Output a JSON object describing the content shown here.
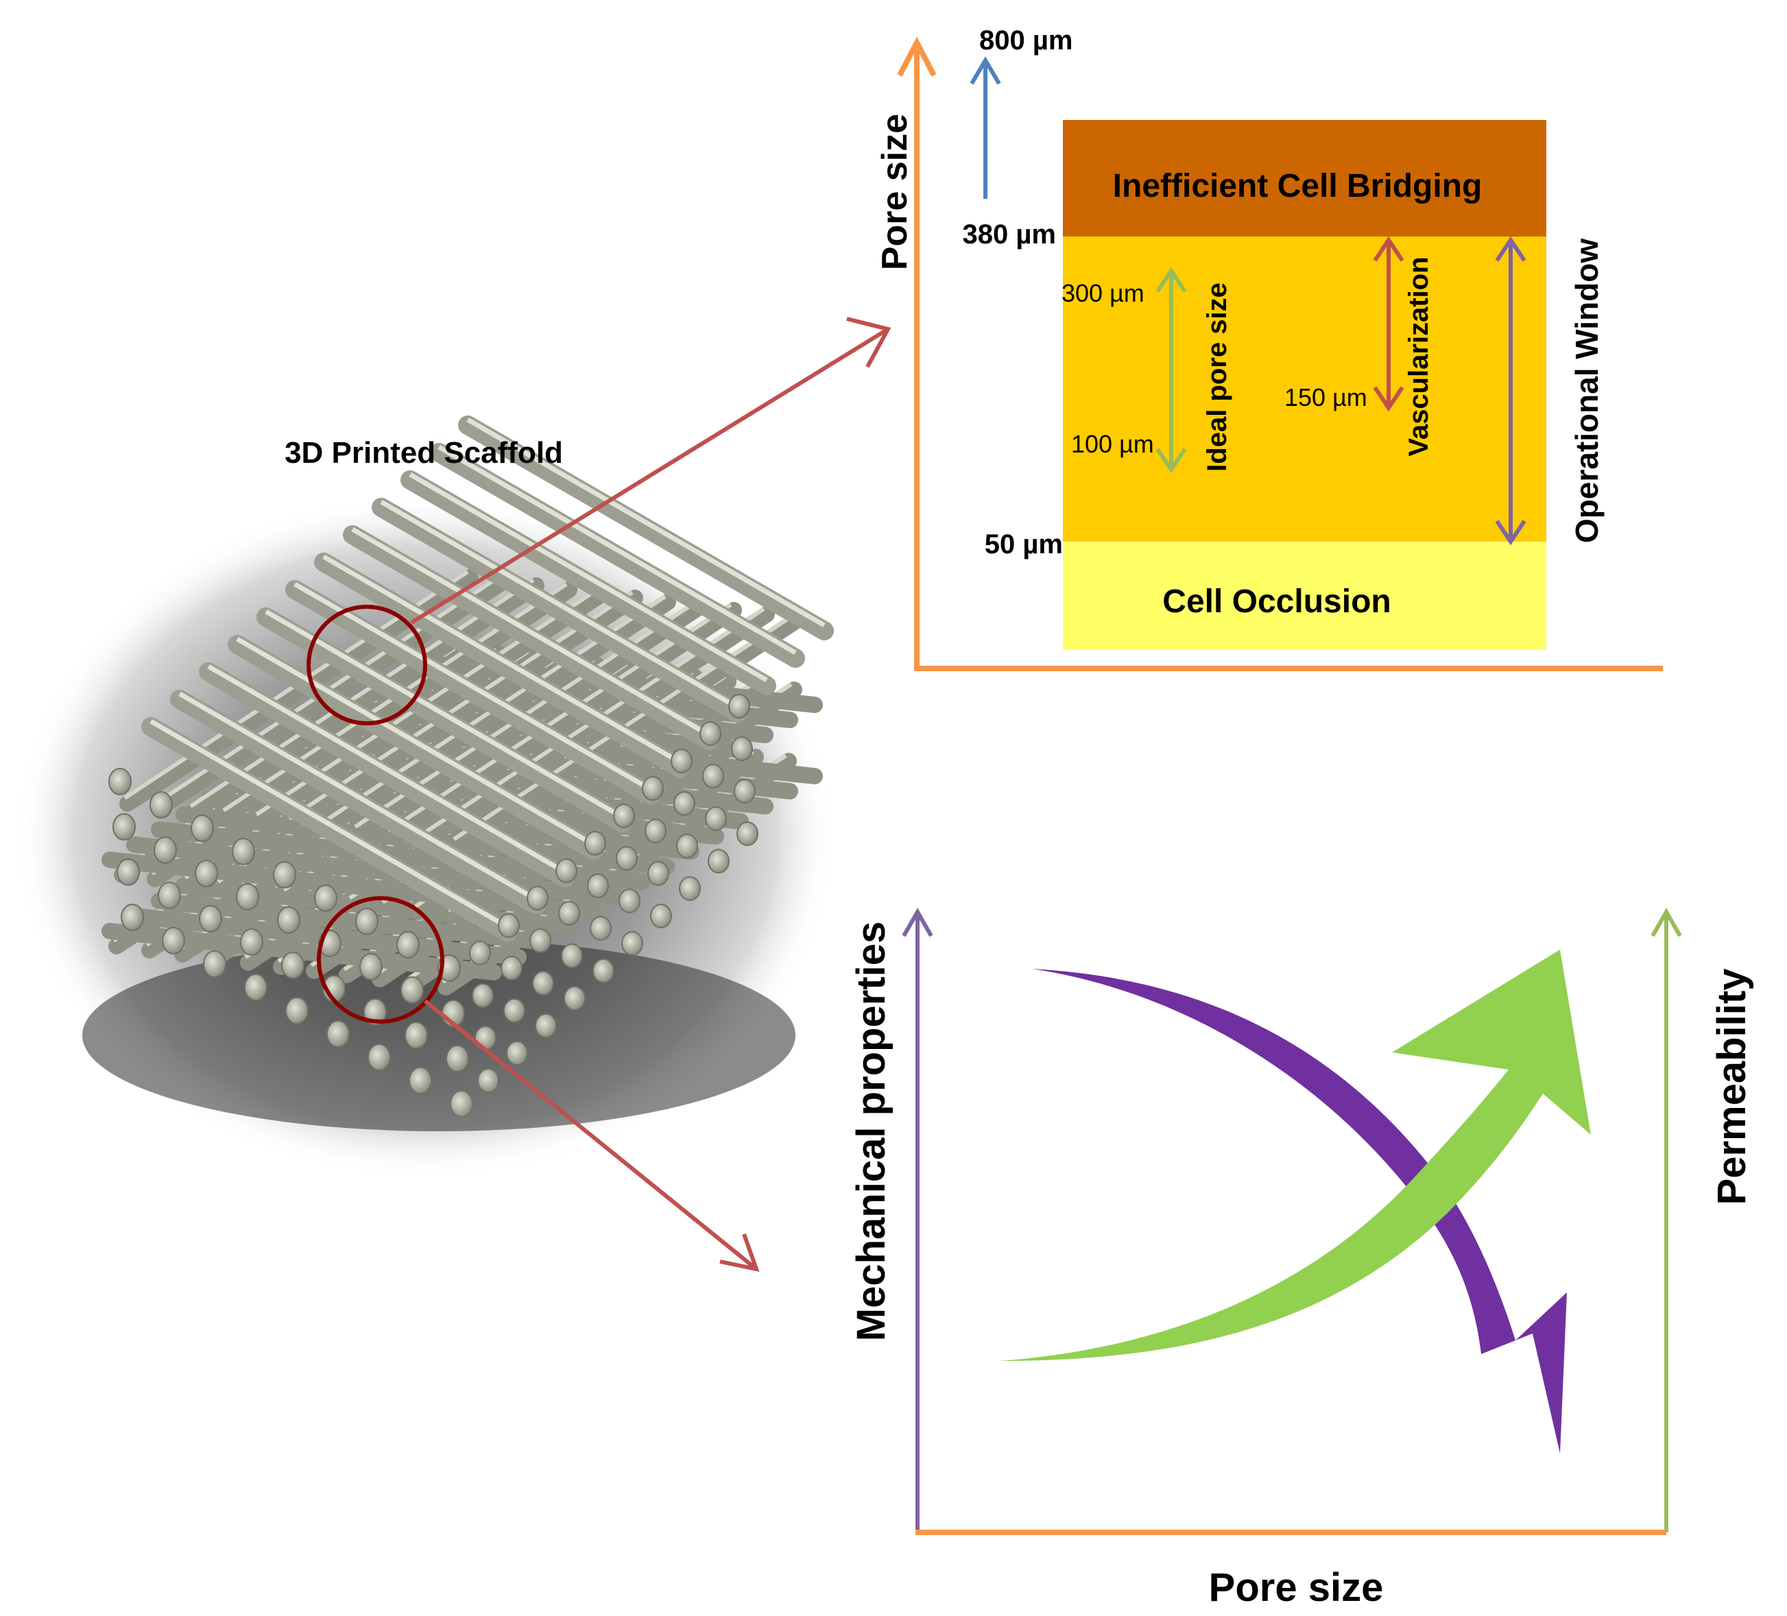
{
  "scaffold": {
    "title": "3D Printed Scaffold"
  },
  "pore_chart": {
    "y_axis_label": "Pore size",
    "top_marker": "800 µm",
    "zones": {
      "inefficient": "Inefficient Cell Bridging",
      "occlusion": "Cell Occlusion"
    },
    "thresholds": {
      "upper": "380 µm",
      "lower": "50 µm"
    },
    "ranges": {
      "ideal": {
        "label": "Ideal pore size",
        "max": "300 µm",
        "min": "100 µm"
      },
      "vascularization": {
        "label": "Vascularization",
        "min": "150 µm"
      },
      "operational": {
        "label": "Operational Window"
      }
    },
    "colors": {
      "axis": "#f79646",
      "inefficient_zone": "#cc6600",
      "operational_zone": "#ffcc00",
      "occlusion_zone": "#ffff66",
      "marker_arrow": "#4f81bd",
      "ideal_arrow": "#9bbb59",
      "vascularization_arrow": "#c0504d",
      "operational_arrow": "#8064a2"
    }
  },
  "tradeoff_chart": {
    "x_axis_label": "Pore size",
    "left_axis_label": "Mechanical properties",
    "right_axis_label": "Permeability",
    "colors": {
      "mechanical": "#7030a0",
      "permeability": "#92d050",
      "left_axis": "#8064a2",
      "right_axis": "#9bbb59",
      "x_axis": "#f79646"
    }
  },
  "callout_color": "#c0504d",
  "circle_color": "#8b0000"
}
